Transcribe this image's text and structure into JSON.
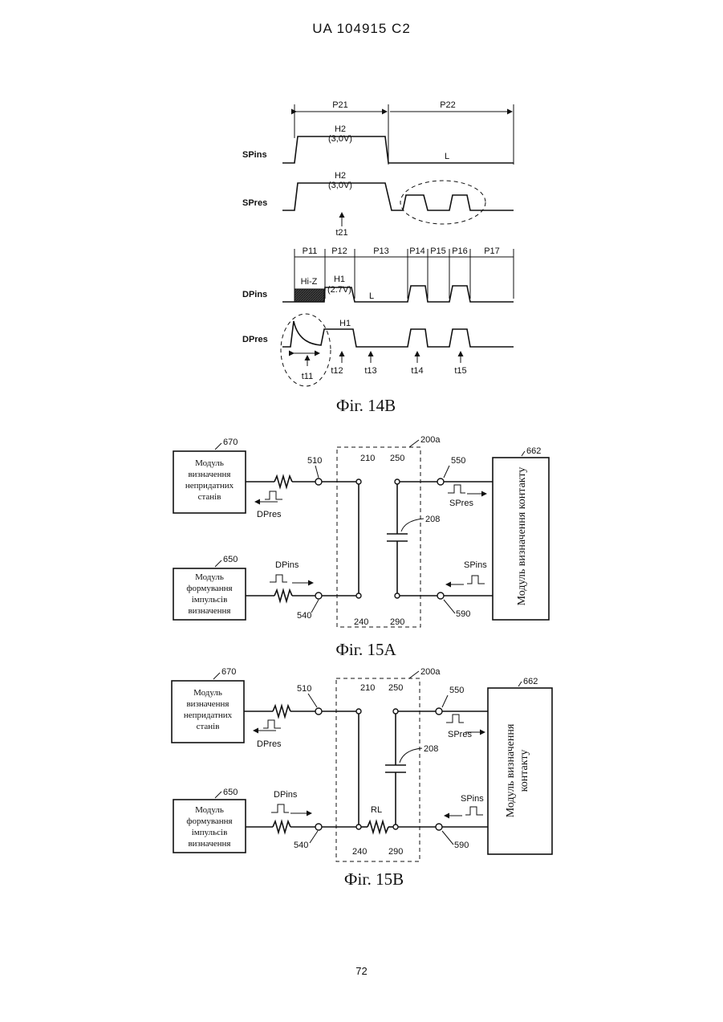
{
  "header": "UA   104915   C2",
  "page_number": "72",
  "fig14b": {
    "caption": "Фіг. 14В",
    "periods_top": [
      "P21",
      "P22"
    ],
    "periods_bottom": [
      "P11",
      "P12",
      "P13",
      "P14",
      "P15",
      "P16",
      "P17"
    ],
    "signals": [
      "SPins",
      "SPres",
      "DPins",
      "DPres"
    ],
    "levels": {
      "h2": "H2",
      "h2v": "(3,0V)",
      "h1": "H1",
      "h1v": "(2.7V)",
      "low": "L",
      "hiz": "Hi-Z"
    },
    "times": [
      "t21",
      "t11",
      "t12",
      "t13",
      "t14",
      "t15"
    ]
  },
  "fig15a": {
    "caption": "Фіг. 15А",
    "module_top_ref": "670",
    "module_top": [
      "Модуль",
      "визначення",
      "непридатних",
      "станів"
    ],
    "module_bottom_ref": "650",
    "module_bottom": [
      "Модуль",
      "формування",
      "імпульсів",
      "визначення"
    ],
    "contact_ref": "662",
    "contact_module": "Модуль визначення контакту",
    "block_ref": "200a",
    "cap_ref": "208",
    "nodes": [
      "510",
      "210",
      "250",
      "550",
      "540",
      "240",
      "290",
      "590"
    ],
    "signals": [
      "DPres",
      "DPins",
      "SPres",
      "SPins"
    ]
  },
  "fig15b": {
    "caption": "Фіг. 15В",
    "module_top_ref": "670",
    "module_top": [
      "Модуль",
      "визначення",
      "непридатних",
      "станів"
    ],
    "module_bottom_ref": "650",
    "module_bottom": [
      "Модуль",
      "формування",
      "імпульсів",
      "визначення"
    ],
    "contact_ref": "662",
    "contact_module_lines": [
      "Модуль визначення",
      "контакту"
    ],
    "block_ref": "200a",
    "cap_ref": "208",
    "resistor": "RL",
    "nodes": [
      "510",
      "210",
      "250",
      "550",
      "540",
      "240",
      "290",
      "590"
    ],
    "signals": [
      "DPres",
      "DPins",
      "SPres",
      "SPins"
    ]
  }
}
